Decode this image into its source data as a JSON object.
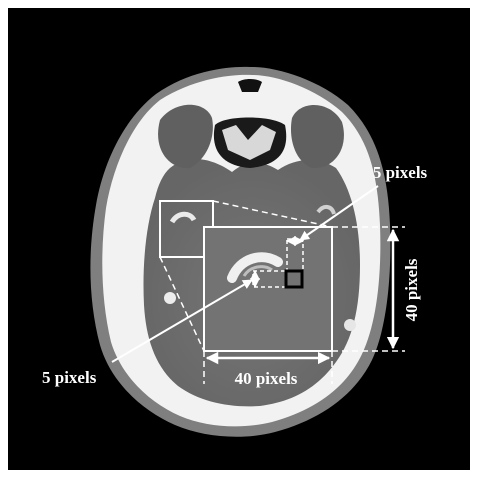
{
  "annotations": {
    "patch_size_top": "5 pixels",
    "patch_size_left": "5 pixels",
    "roi_width": "40 pixels",
    "roi_height": "40 pixels"
  },
  "colors": {
    "frame": "#ffffff",
    "background": "#000000",
    "soft_tissue": "#7d7d7d",
    "brain": "#6e6e6e",
    "bone": "#f5f5f5",
    "highlight_box": "#000000"
  }
}
